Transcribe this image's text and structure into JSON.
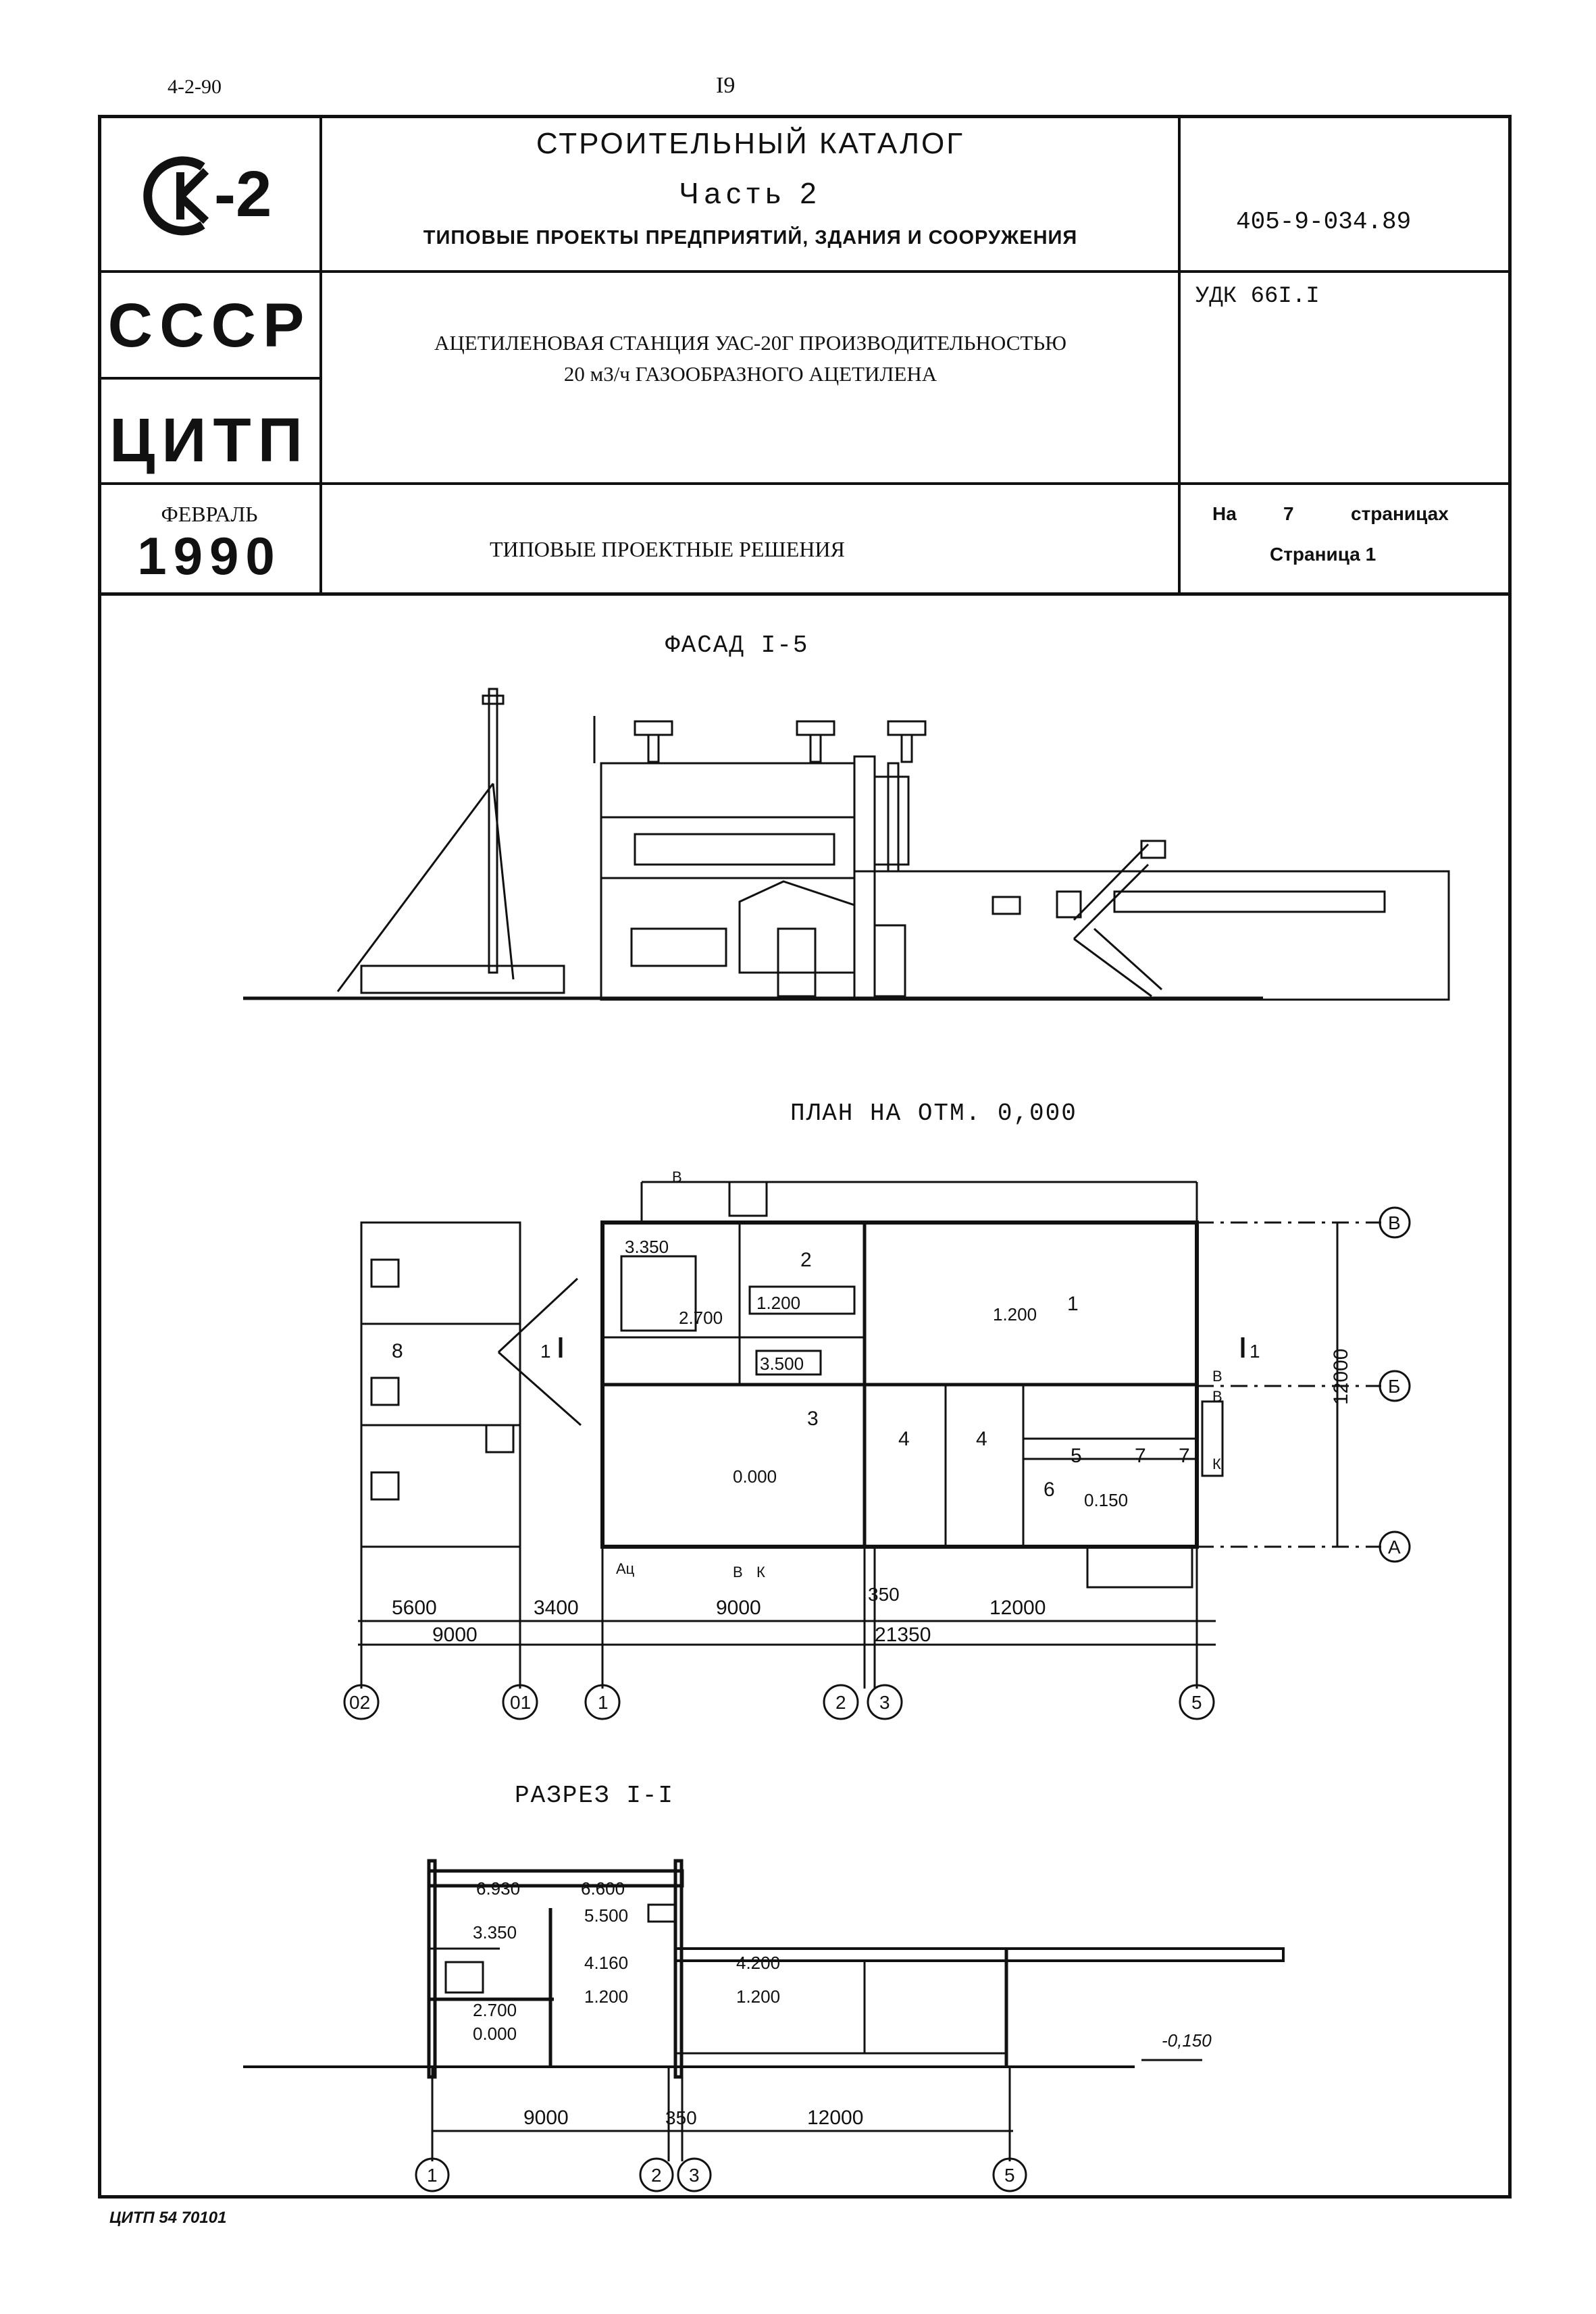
{
  "top": {
    "code": "4-2-90",
    "page_no": "I9"
  },
  "header": {
    "logo_text": "-2",
    "catalog_title": "СТРОИТЕЛЬНЫЙ КАТАЛОГ",
    "part": "Часть 2",
    "section": "ТИПОВЫЕ ПРОЕКТЫ ПРЕДПРИЯТИЙ, ЗДАНИЯ И СООРУЖЕНИЯ",
    "doc_code": "405-9-034.89",
    "country": "СССР",
    "udk": "УДК 66I.I",
    "title_line1": "АЦЕТИЛЕНОВАЯ СТАНЦИЯ УАС-20Г ПРОИЗВОДИТЕЛЬНОСТЬЮ",
    "title_line2": "20 м3/ч ГАЗООБРАЗНОГО АЦЕТИЛЕНА",
    "org": "ЦИТП",
    "month": "ФЕВРАЛЬ",
    "year": "1990",
    "solutions": "ТИПОВЫЕ ПРОЕКТНЫЕ РЕШЕНИЯ",
    "pages_prefix": "На",
    "pages_count": "7",
    "pages_suffix": "страницах",
    "page_label": "Страница 1"
  },
  "drawings": {
    "facade_title": "ФАСАД I-5",
    "plan_title": "ПЛАН НА ОТМ. 0,000",
    "section_title": "РАЗРЕЗ I-I",
    "plan": {
      "levels": [
        "3.350",
        "2.700",
        "1.200",
        "3.500",
        "1.200",
        "0.000",
        "0.150"
      ],
      "rooms": [
        "1",
        "2",
        "3",
        "4",
        "4",
        "5",
        "6",
        "7",
        "7",
        "8"
      ],
      "dims_top": [
        "5600",
        "3400",
        "9000",
        "350",
        "12000"
      ],
      "dims_bottom": [
        "9000",
        "21350"
      ],
      "axes_bottom": [
        "02",
        "01",
        "1",
        "2",
        "3",
        "5"
      ],
      "axes_right": [
        "В",
        "Б",
        "А"
      ],
      "overall_right": "12000",
      "cut_mark": "1",
      "small_labels": [
        "В",
        "Ац",
        "В",
        "К",
        "В",
        "В",
        "К"
      ]
    },
    "section": {
      "levels": [
        "6.930",
        "6.600",
        "5.500",
        "3.350",
        "4.160",
        "4.200",
        "2.700",
        "1.200",
        "1.200",
        "0.000",
        "-0,150"
      ],
      "dims": [
        "9000",
        "350",
        "12000"
      ],
      "axes": [
        "1",
        "2",
        "3",
        "5"
      ]
    }
  },
  "footer": {
    "stamp": "ЦИТП 54 70101"
  }
}
